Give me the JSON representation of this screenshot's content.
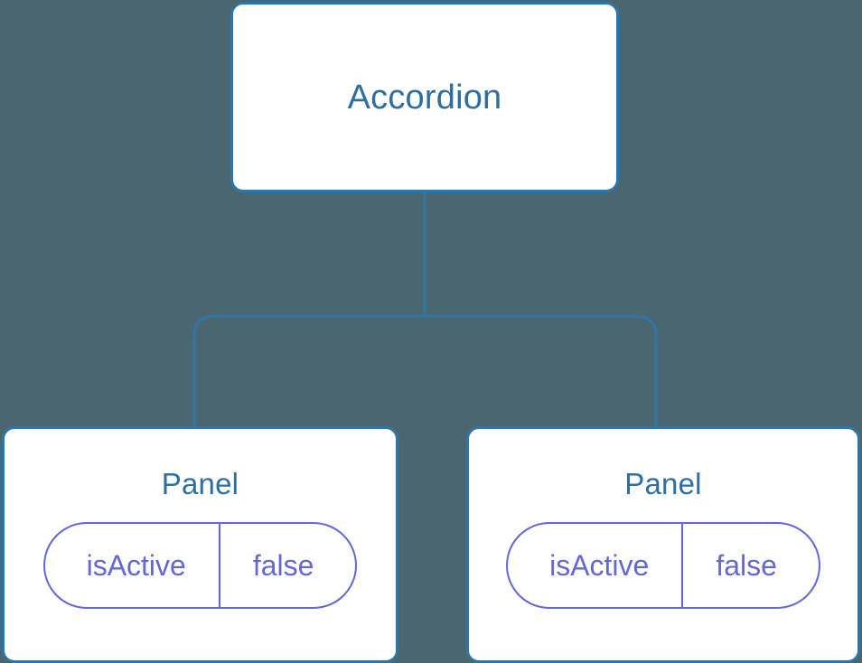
{
  "canvas": {
    "background_color": "#4c666f",
    "node_fill": "#ffffff",
    "node_border_color": "#2e75a8",
    "node_text_color": "#2f6f9f",
    "prop_color": "#6368d6",
    "connector_color": "#2e75a8"
  },
  "tree": {
    "root": {
      "label": "Accordion"
    },
    "children": [
      {
        "label": "Panel",
        "props": [
          {
            "key": "isActive",
            "value": "false"
          }
        ]
      },
      {
        "label": "Panel",
        "props": [
          {
            "key": "isActive",
            "value": "false"
          }
        ]
      }
    ]
  }
}
